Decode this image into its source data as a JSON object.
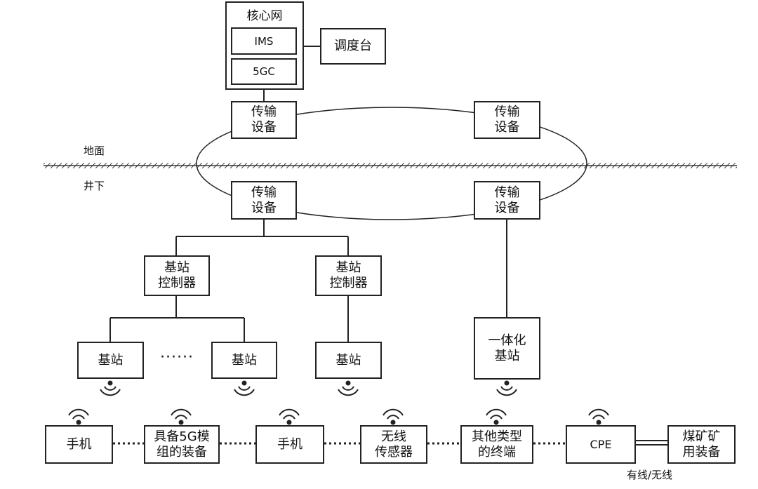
{
  "core_network": {
    "title": "核心网",
    "ims": "IMS",
    "fivegc": "5GC"
  },
  "dispatch": "调度台",
  "zones": {
    "ground": "地面",
    "underground": "井下"
  },
  "transmission": {
    "top_left": "传输\n设备",
    "top_right": "传输\n设备",
    "bottom_left": "传输\n设备",
    "bottom_right": "传输\n设备"
  },
  "controllers": {
    "left": "基站\n控制器",
    "right": "基站\n控制器"
  },
  "base_stations": {
    "bs1": "基站",
    "ellipsis": "······",
    "bs2": "基站",
    "bs3": "基站",
    "integrated": "一体化\n基站"
  },
  "terminals": [
    "手机",
    "具备5G模\n组的装备",
    "手机",
    "无线\n传感器",
    "其他类型\n的终端",
    "CPE",
    "煤矿矿\n用装备"
  ],
  "link_label": "有线/无线",
  "colors": {
    "line": "#222222",
    "background": "#ffffff"
  }
}
